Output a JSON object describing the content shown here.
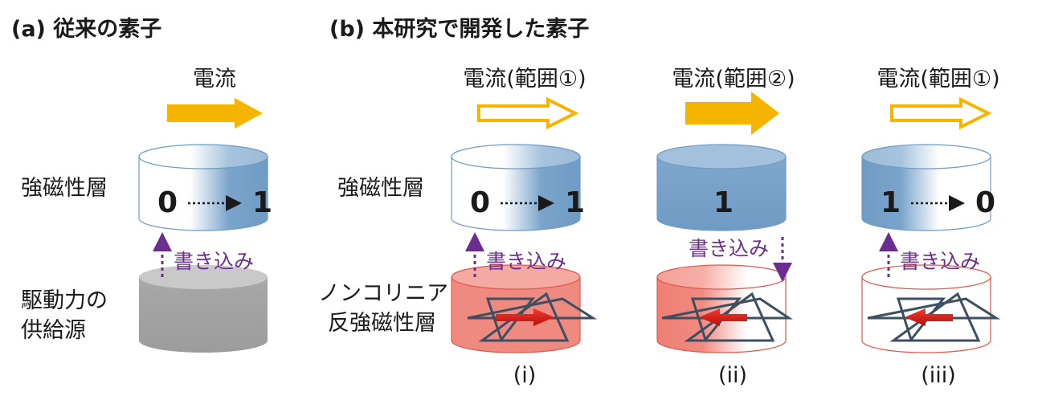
{
  "panel_a": {
    "heading": "(a) 従来の素子",
    "current_label": "電流",
    "ferro_label": "強磁性層",
    "source_label_line1": "駆動力の",
    "source_label_line2": "供給源",
    "bit_from": "0",
    "bit_to": "1",
    "write_label": "書き込み"
  },
  "panel_b": {
    "heading": "(b) 本研究で開発した素子",
    "ferro_label": "強磁性層",
    "afm_label_line1": "ノンコリニア",
    "afm_label_line2": "反強磁性層",
    "cases": [
      {
        "current_label": "電流(範囲①)",
        "bit_from": "0",
        "bit_to": "1",
        "write_label": "書き込み",
        "sub_label": "(i)",
        "current_arrow": "outline"
      },
      {
        "current_label": "電流(範囲②)",
        "bit": "1",
        "write_label": "書き込み",
        "sub_label": "(ii)",
        "current_arrow": "filled"
      },
      {
        "current_label": "電流(範囲①)",
        "bit_from": "1",
        "bit_to": "0",
        "write_label": "書き込み",
        "sub_label": "(iii)",
        "current_arrow": "outline"
      }
    ]
  },
  "colors": {
    "arrow_fill": "#f5b400",
    "ferro_blue": "#6f9bc4",
    "afm_red": "#ee7f74",
    "source_gray": "#a6a6a6",
    "write_purple": "#6b2d8f",
    "spin_red": "#d9140f",
    "star_lines": "#3d4f60"
  }
}
